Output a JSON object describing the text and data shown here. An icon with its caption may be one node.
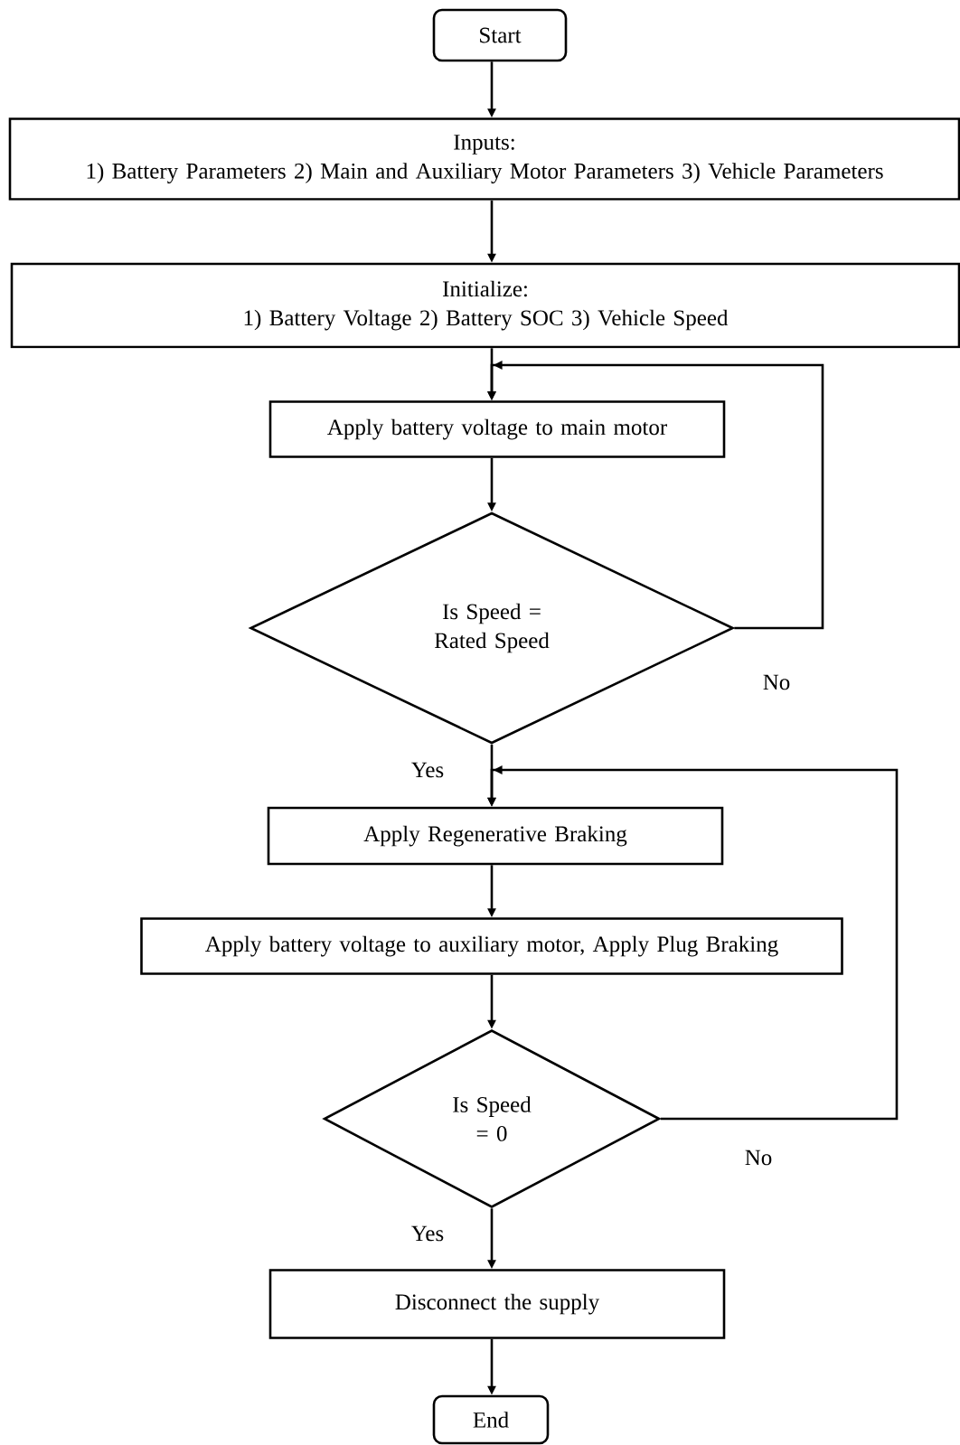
{
  "diagram": {
    "nodes": [
      {
        "text": [
          "Start"
        ]
      },
      {
        "text": [
          "Inputs:",
          "1)  Battery Parameters 2) Main and Auxiliary Motor Parameters 3) Vehicle Parameters"
        ]
      },
      {
        "text": [
          "Initialize:",
          "1)  Battery Voltage 2) Battery SOC 3) Vehicle Speed"
        ]
      },
      {
        "text": [
          "Apply battery voltage to main motor"
        ]
      },
      {
        "text": [
          "Is Speed = Rated Speed"
        ]
      },
      {
        "text": [
          "Apply Regenerative Braking"
        ]
      },
      {
        "text": [
          "Apply battery voltage to auxiliary motor, Apply Plug Braking"
        ]
      },
      {
        "text": [
          "Is Speed = 0"
        ]
      },
      {
        "text": [
          "Disconnect the supply"
        ]
      },
      {
        "text": [
          "End"
        ]
      }
    ],
    "edges": [
      {
        "from": 0,
        "to": 1,
        "arrow": "to"
      },
      {
        "from": 1,
        "to": 2,
        "arrow": "to"
      },
      {
        "from": 2,
        "to": 3,
        "arrow": "to"
      },
      {
        "from": 3,
        "to": 4,
        "arrow": "to"
      },
      {
        "from": 4,
        "to": 3,
        "arrow": "to",
        "label": "No"
      },
      {
        "from": 4,
        "to": 5,
        "arrow": "to",
        "label": "Yes"
      },
      {
        "from": 5,
        "to": 6,
        "arrow": "to"
      },
      {
        "from": 6,
        "to": 7,
        "arrow": "to"
      },
      {
        "from": 7,
        "to": 5,
        "arrow": "to",
        "label": "No"
      },
      {
        "from": 7,
        "to": 8,
        "arrow": "to",
        "label": "Yes"
      },
      {
        "from": 8,
        "to": 9,
        "arrow": "to"
      }
    ]
  }
}
